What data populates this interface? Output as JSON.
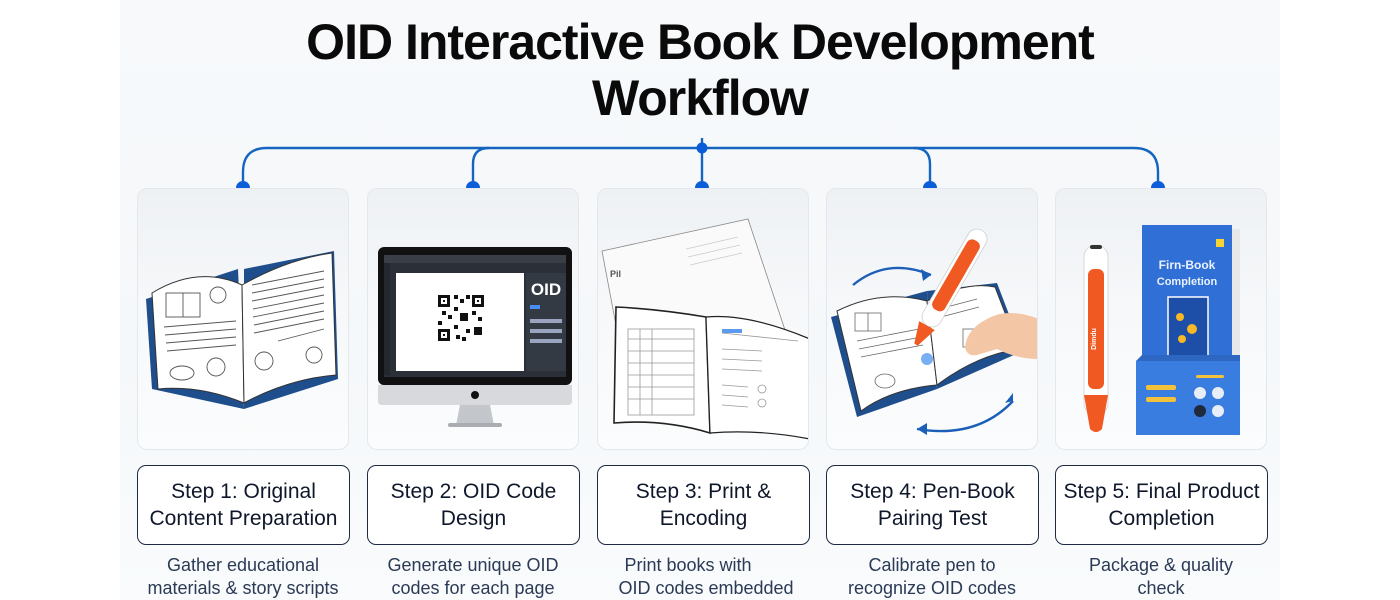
{
  "title": {
    "line1": "OID Interactive Book Development",
    "line2": "Workflow"
  },
  "colors": {
    "connector": "#1565c0",
    "dot": "#0b5ed7",
    "label_border": "#1e2a44",
    "label_text": "#0f172a",
    "desc_text": "#2b3a55",
    "pen_orange": "#f05a22",
    "box_blue": "#2f6fd6"
  },
  "steps": [
    {
      "label": "Step 1: Original Content Preparation",
      "label_line1": "Step 1: Original",
      "label_line2": "Content Preparation",
      "desc_line1": "Gather educational",
      "desc_line2": "materials & story scripts",
      "illustration": "open-sketch-book-icon"
    },
    {
      "label": "Step 2: OID Code Design",
      "label_line1": "Step 2: OID Code",
      "label_line2": "Design",
      "desc_line1": "Generate unique OID",
      "desc_line2": "codes for each page",
      "illustration": "monitor-qr-code-icon",
      "screen_text": "OID"
    },
    {
      "label": "Step 3: Print & Encoding",
      "label_line1": "Step 3: Print &",
      "label_line2": "Encoding",
      "desc_line1": "Print books with",
      "desc_line2": "OID codes embedded",
      "illustration": "printed-pages-icon"
    },
    {
      "label": "Step 4: Pen-Book Pairing Test",
      "label_line1": "Step 4: Pen-Book",
      "label_line2": "Pairing Test",
      "desc_line1": "Calibrate pen to",
      "desc_line2": "recognize OID codes",
      "illustration": "pen-on-book-icon"
    },
    {
      "label": "Step 5: Final Product Completion",
      "label_line1": "Step 5: Final Product",
      "label_line2": "Completion",
      "desc_line1": "Package & quality",
      "desc_line2": "check",
      "illustration": "packaged-product-icon",
      "box_title_line1": "Firn-Book",
      "box_title_line2": "Completion"
    }
  ]
}
